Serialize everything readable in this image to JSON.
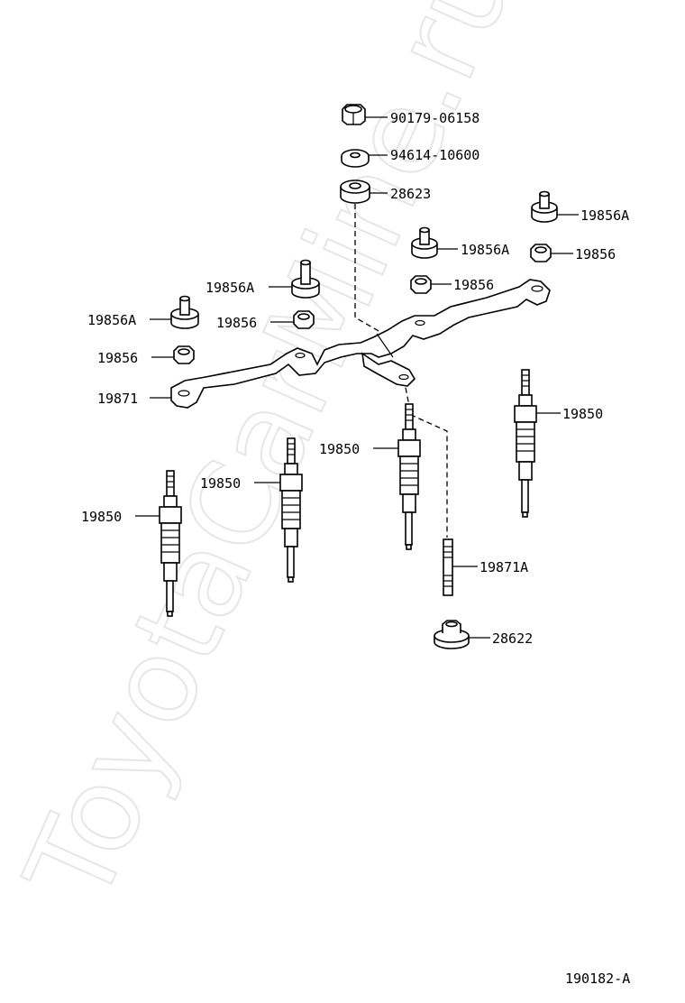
{
  "watermark": "ToyotaCarMine.ru",
  "figure_code": "190182-A",
  "labels": {
    "nut_top": "90179-06158",
    "washer": "94614-10600",
    "insulator_top": "28623",
    "nut_a_right": "19856A",
    "nut_a_mid": "19856A",
    "nut_right": "19856",
    "nut_mid": "19856",
    "nut_a_center": "19856A",
    "nut_center": "19856",
    "nut_a_left": "19856A",
    "nut_left": "19856",
    "bus_bar": "19871",
    "plug_right": "19850",
    "plug_center": "19850",
    "plug_mid": "19850",
    "plug_left": "19850",
    "stud": "19871A",
    "insulator_bottom": "28622"
  }
}
